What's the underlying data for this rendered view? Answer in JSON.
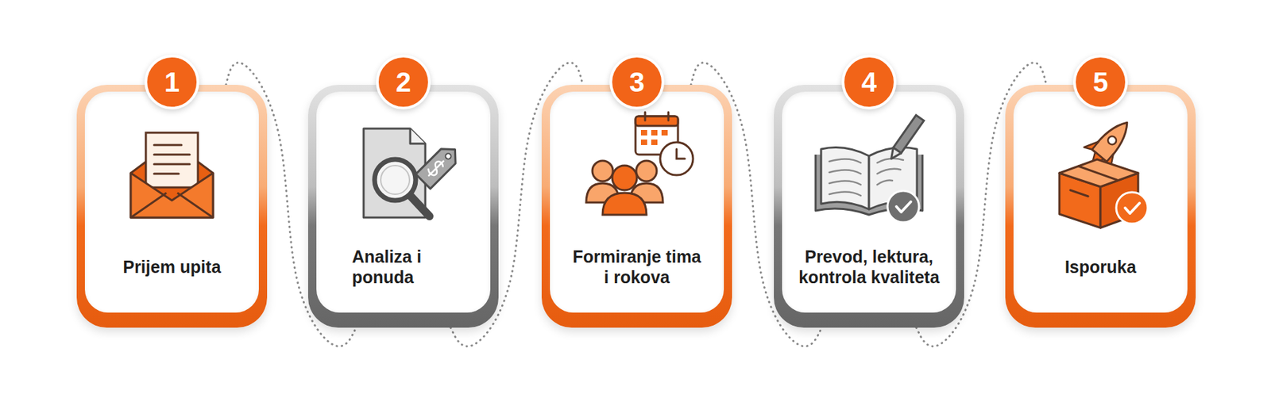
{
  "diagram": {
    "nodes": [
      {
        "text": [
          "1",
          "Prijem upita"
        ]
      },
      {
        "text": [
          "2",
          "Analiza i ponuda"
        ]
      },
      {
        "text": [
          "3",
          "Formiranje tima i rokova"
        ]
      },
      {
        "text": [
          "4",
          "Prevod, lektura, kontrola kvaliteta"
        ]
      },
      {
        "text": [
          "5",
          "Isporuka"
        ]
      }
    ],
    "edges": [
      {
        "from": 0,
        "to": 1,
        "arrow": "none"
      },
      {
        "from": 1,
        "to": 2,
        "arrow": "none"
      },
      {
        "from": 2,
        "to": 3,
        "arrow": "none"
      },
      {
        "from": 3,
        "to": 4,
        "arrow": "none"
      }
    ]
  }
}
